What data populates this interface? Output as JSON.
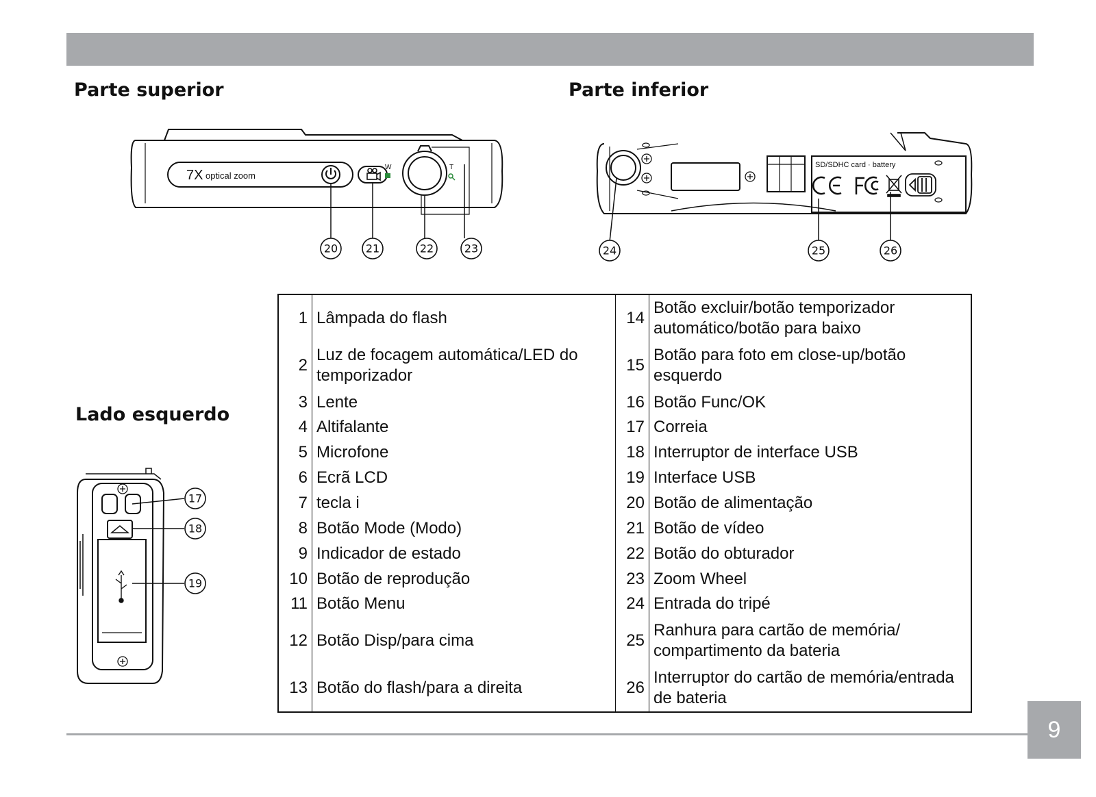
{
  "headings": {
    "top": "Parte superior",
    "bottom": "Parte inferior",
    "left_side": "Lado esquerdo"
  },
  "top_view": {
    "zoom_text": "7X",
    "zoom_sub": "optical zoom",
    "w_label": "W",
    "t_label": "T",
    "callouts": [
      "20",
      "21",
      "22",
      "23"
    ]
  },
  "bottom_view": {
    "card_label": "SD/SDHC card · battery",
    "callouts": [
      "24",
      "25",
      "26"
    ]
  },
  "left_view": {
    "callouts": [
      "17",
      "18",
      "19"
    ]
  },
  "parts": {
    "left": [
      {
        "num": "1",
        "desc": "Lâmpada do flash"
      },
      {
        "num": "2",
        "desc": "Luz de focagem automática/LED do temporizador"
      },
      {
        "num": "3",
        "desc": "Lente"
      },
      {
        "num": "4",
        "desc": "Altifalante"
      },
      {
        "num": "5",
        "desc": "Microfone"
      },
      {
        "num": "6",
        "desc": "Ecrã LCD"
      },
      {
        "num": "7",
        "desc": "tecla i"
      },
      {
        "num": "8",
        "desc": "Botão Mode (Modo)"
      },
      {
        "num": "9",
        "desc": "Indicador de estado"
      },
      {
        "num": "10",
        "desc": "Botão de reprodução"
      },
      {
        "num": "11",
        "desc": "Botão Menu"
      },
      {
        "num": "12",
        "desc": "Botão Disp/para cima"
      },
      {
        "num": "13",
        "desc": "Botão do flash/para a direita"
      }
    ],
    "right": [
      {
        "num": "14",
        "desc": "Botão excluir/botão temporizador automático/botão para baixo"
      },
      {
        "num": "15",
        "desc": "Botão para foto em close-up/botão esquerdo"
      },
      {
        "num": "16",
        "desc": "Botão Func/OK"
      },
      {
        "num": "17",
        "desc": "Correia"
      },
      {
        "num": "18",
        "desc": "Interruptor de interface USB"
      },
      {
        "num": "19",
        "desc": "Interface USB"
      },
      {
        "num": "20",
        "desc": "Botão de alimentação"
      },
      {
        "num": "21",
        "desc": "Botão de vídeo"
      },
      {
        "num": "22",
        "desc": "Botão do obturador"
      },
      {
        "num": "23",
        "desc": "Zoom Wheel"
      },
      {
        "num": "24",
        "desc": "Entrada do tripé"
      },
      {
        "num": "25",
        "desc": "Ranhura para cartão de memória/ compartimento da bateria"
      },
      {
        "num": "26",
        "desc": "Interruptor do cartão de memória/entrada de bateria"
      }
    ]
  },
  "page_number": "9"
}
